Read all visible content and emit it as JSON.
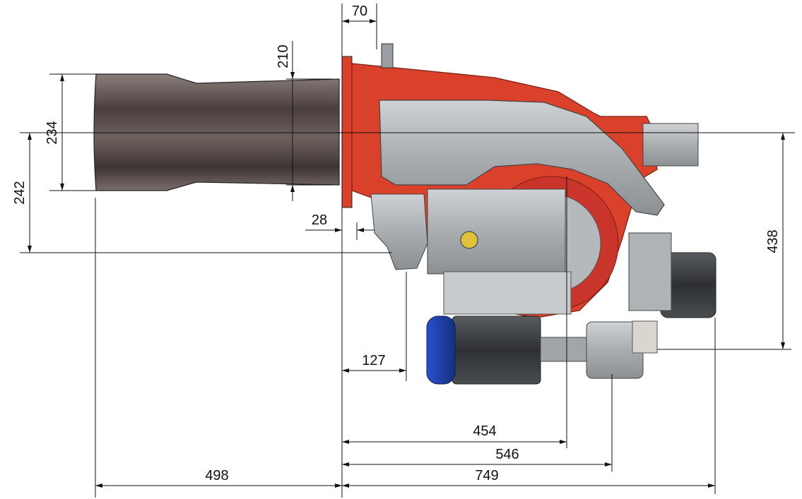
{
  "dimensions": {
    "d70": "70",
    "d210": "210",
    "d234": "234",
    "d242": "242",
    "d28": "28",
    "d127": "127",
    "d454": "454",
    "d546": "546",
    "d498": "498",
    "d749": "749",
    "d438": "438"
  },
  "colors": {
    "body_red": "#d9412b",
    "body_red_dark": "#a82a1a",
    "gray_housing": "#b9bcbf",
    "gray_dark": "#6f7377",
    "motor_blue": "#1f3fa8",
    "blast_tube": "#5b4f4c",
    "dimension_line": "#111111"
  }
}
